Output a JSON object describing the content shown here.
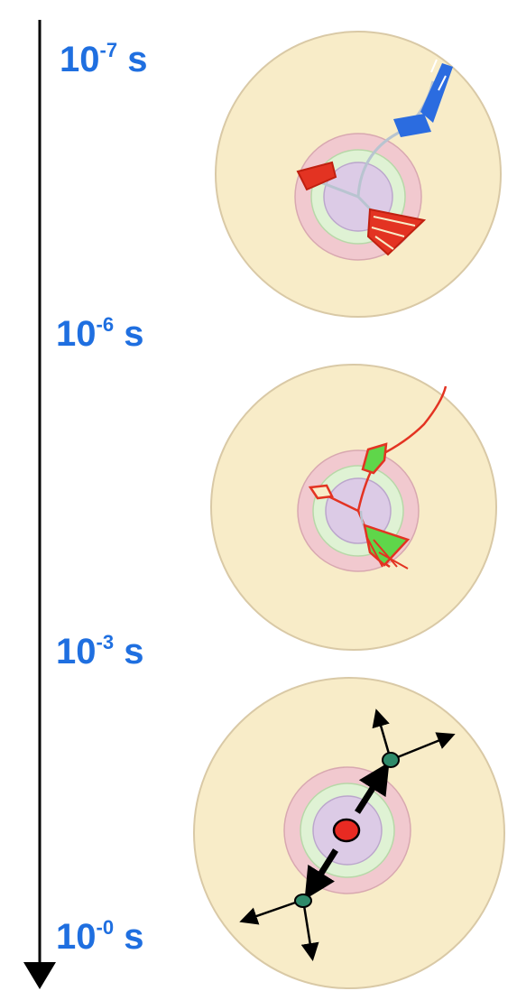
{
  "title": "",
  "time_labels": [
    {
      "base": "10",
      "exp": "-7",
      "unit": "s"
    },
    {
      "base": "10",
      "exp": "-6",
      "unit": "s"
    },
    {
      "base": "10",
      "exp": "-3",
      "unit": "s"
    },
    {
      "base": "10",
      "exp": "-0",
      "unit": "s"
    }
  ],
  "colors": {
    "label_blue": "#1f6fe0",
    "axis": "#000000",
    "cell_outer": "#f8ecc8",
    "ring_pink": "#f1c9cf",
    "ring_green": "#dff2d4",
    "core_purple": "#dccbe6",
    "track_red": "#e33322",
    "track_blue": "#2b6ce0",
    "track_gray": "#b8c4d0",
    "product_green": "#5fd64a",
    "nucleus_red": "#e82a22",
    "particle_teal": "#2f8a6a"
  },
  "panels": [
    {
      "name": "panel-physical-stage",
      "icon": "ionization-tracks-icon"
    },
    {
      "name": "panel-chemical-stage",
      "icon": "radical-reaction-icon"
    },
    {
      "name": "panel-diffusion-stage",
      "icon": "radical-diffusion-icon"
    }
  ]
}
